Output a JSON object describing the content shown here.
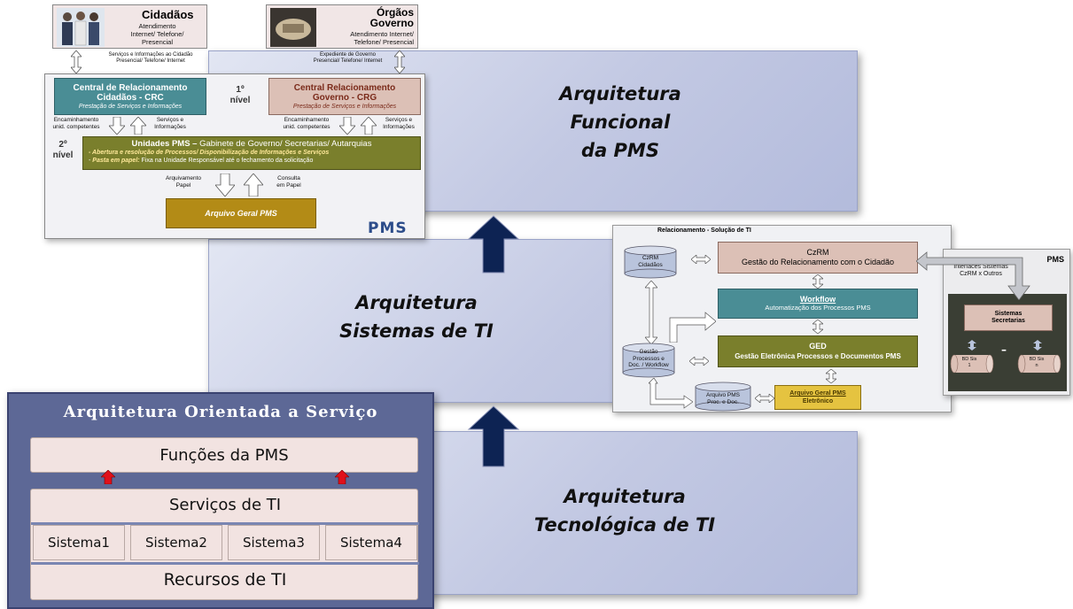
{
  "layers": {
    "funcional": [
      "Arquitetura",
      "Funcional",
      "da PMS"
    ],
    "sistemas": [
      "Arquitetura",
      "Sistemas de TI"
    ],
    "tecnologica": [
      "Arquitetura",
      "Tecnológica de TI"
    ]
  },
  "funcional_diagram": {
    "cidadaos": {
      "title": "Cidadãos",
      "sub": [
        "Atendimento",
        "Internet/ Telefone/",
        "Presencial"
      ]
    },
    "orgaos": {
      "title": "Órgãos",
      "title2": "Governo",
      "sub": [
        "Atendimento Internet/",
        "Telefone/ Presencial"
      ]
    },
    "left_arrow_label": [
      "Serviços e Informações ao Cidadão",
      "Presencial/ Telefone/ Internet"
    ],
    "right_arrow_label": [
      "Expediente de Governo",
      "Presencial/ Telefone/ Internet"
    ],
    "crc": {
      "title1": "Central de Relacionamento",
      "title2": "Cidadãos - CRC",
      "sub": "Prestação de Serviços e Informações"
    },
    "crg": {
      "title1": "Central Relacionamento",
      "title2": "Governo - CRG",
      "sub": "Prestação de Serviços e Informações"
    },
    "nivel1": [
      "1º",
      "nível"
    ],
    "nivel2": [
      "2º",
      "nível"
    ],
    "encaminhamento": [
      "Encaminhamento",
      "unid. competentes"
    ],
    "servicos": [
      "Serviços e",
      "Informações"
    ],
    "unidades": {
      "title_bold": "Unidades PMS –",
      "title_rest": " Gabinete de Governo/ Secretarias/ Autarquias",
      "line1": "Abertura e resolução de Processos/ Disponibilização de Informações e Serviços",
      "line2_bold": "Pasta em papel:",
      "line2_rest": " Fixa na Unidade Responsável até o fechamento da solicitação",
      "dash": "-"
    },
    "arquivamento": [
      "Arquivamento",
      "Papel"
    ],
    "consulta": [
      "Consulta",
      "em Papel"
    ],
    "arquivo_geral": "Arquivo Geral PMS",
    "pms_logo": "PMS"
  },
  "ti_diagram": {
    "title": "Relacionamento - Solução de TI",
    "czrm_db": [
      "CzRM",
      "Cidadãos"
    ],
    "czrm": {
      "title": "CzRM",
      "sub": "Gestão do Relacionamento com o Cidadão"
    },
    "workflow": {
      "title": "Workflow",
      "sub": "Automatização dos Processos PMS"
    },
    "ged": {
      "title": "GED",
      "sub": "Gestão Eletrônica Processos e Documentos PMS"
    },
    "gestao_db": [
      "Gestão",
      "Processos e",
      "Doc. / Workflow"
    ],
    "arquivo_db": [
      "Arquivo PMS",
      "Proc. e Doc."
    ],
    "arquivo_geral": [
      "Arquivo Geral PMS",
      "Eletrônico"
    ]
  },
  "pms_side": {
    "title": "PMS",
    "interfaces": [
      "Interfaces Sistemas",
      "CzRM x Outros"
    ],
    "sistemas": [
      "Sistemas",
      "Secretarias"
    ],
    "bd1": [
      "BD Sis",
      "1"
    ],
    "bdn": [
      "BD Sis",
      "n"
    ],
    "dash": "–"
  },
  "soa": {
    "title": "Arquitetura Orientada a Serviço",
    "funcoes": "Funções da PMS",
    "servicos": "Serviços de TI",
    "sistemas": [
      "Sistema1",
      "Sistema2",
      "Sistema3",
      "Sistema4"
    ],
    "recursos": "Recursos de TI"
  },
  "colors": {
    "teal": "#4a8d95",
    "olive": "#7a7f2c",
    "gold": "#b38b16",
    "rose": "#dcc0b6",
    "navy": "#0d2353",
    "soa_bg": "#5d6896"
  }
}
